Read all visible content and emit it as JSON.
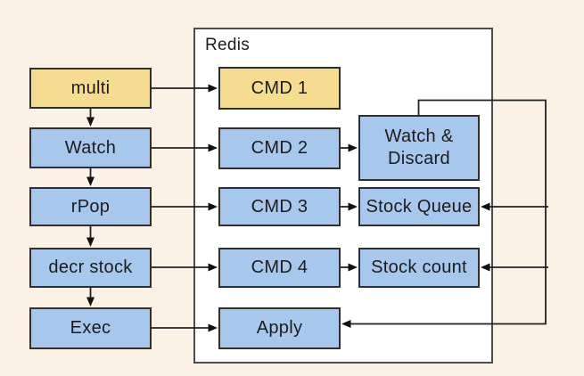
{
  "diagram": {
    "container_title": "Redis",
    "colors": {
      "background": "#fbf1e5",
      "container_fill": "#ffffff",
      "container_border": "#4d4d4d",
      "yellow_fill": "#f6dc90",
      "blue_fill": "#a8c7ec",
      "node_border": "#2f2f2f",
      "line": "#222222"
    },
    "nodes": {
      "multi": {
        "label": "multi",
        "fill": "yellow"
      },
      "watch": {
        "label": "Watch",
        "fill": "blue"
      },
      "rpop": {
        "label": "rPop",
        "fill": "blue"
      },
      "decr_stock": {
        "label": "decr stock",
        "fill": "blue"
      },
      "exec": {
        "label": "Exec",
        "fill": "blue"
      },
      "cmd1": {
        "label": "CMD 1",
        "fill": "yellow"
      },
      "cmd2": {
        "label": "CMD 2",
        "fill": "blue"
      },
      "cmd3": {
        "label": "CMD 3",
        "fill": "blue"
      },
      "cmd4": {
        "label": "CMD 4",
        "fill": "blue"
      },
      "apply": {
        "label": "Apply",
        "fill": "blue"
      },
      "watch_discard": {
        "line1": "Watch &",
        "line2": "Discard",
        "fill": "blue"
      },
      "stock_queue": {
        "label": "Stock Queue",
        "fill": "blue"
      },
      "stock_count": {
        "label": "Stock count",
        "fill": "blue"
      }
    },
    "edges": [
      {
        "from": "multi",
        "to": "watch",
        "type": "arrow-down"
      },
      {
        "from": "watch",
        "to": "rpop",
        "type": "arrow-down"
      },
      {
        "from": "rpop",
        "to": "decr_stock",
        "type": "arrow-down"
      },
      {
        "from": "decr_stock",
        "to": "exec",
        "type": "arrow-down"
      },
      {
        "from": "multi",
        "to": "cmd1",
        "type": "arrow-right"
      },
      {
        "from": "watch",
        "to": "cmd2",
        "type": "arrow-right"
      },
      {
        "from": "rpop",
        "to": "cmd3",
        "type": "arrow-right"
      },
      {
        "from": "decr_stock",
        "to": "cmd4",
        "type": "arrow-right"
      },
      {
        "from": "exec",
        "to": "apply",
        "type": "arrow-right"
      },
      {
        "from": "cmd2",
        "to": "watch_discard",
        "type": "arrow-right"
      },
      {
        "from": "cmd3",
        "to": "stock_queue",
        "type": "arrow-right"
      },
      {
        "from": "cmd4",
        "to": "stock_count",
        "type": "arrow-right"
      },
      {
        "from": "watch_discard",
        "to": "stock_queue",
        "type": "elbow-right-side"
      },
      {
        "from": "watch_discard",
        "to": "stock_count",
        "type": "elbow-right-side"
      },
      {
        "from": "watch_discard",
        "to": "apply",
        "type": "elbow-right-side"
      }
    ]
  }
}
